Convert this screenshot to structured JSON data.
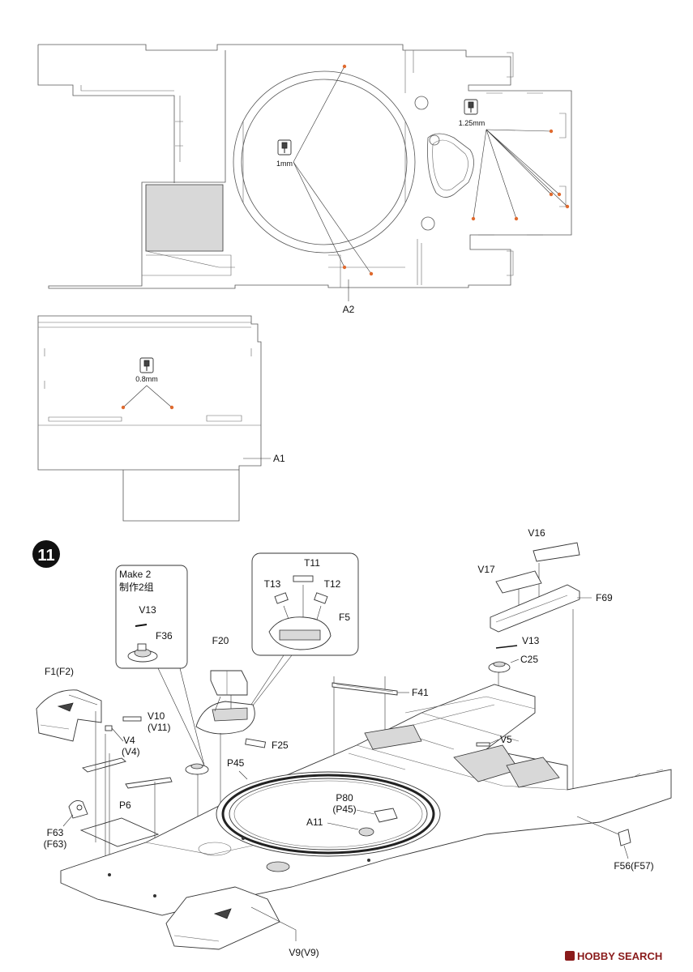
{
  "top_panel": {
    "drill_1mm": "1mm",
    "drill_125mm": "1.25mm",
    "label_a2": "A2"
  },
  "mid_panel": {
    "drill_08mm": "0.8mm",
    "label_a1": "A1"
  },
  "step": {
    "number": "11",
    "callout_left_line1": "Make 2",
    "callout_left_line2": "制作2组",
    "labels": {
      "V13_callout": "V13",
      "F36": "F36",
      "T11": "T11",
      "T13": "T13",
      "T12": "T12",
      "F5": "F5",
      "F20": "F20",
      "F1F2": "F1(F2)",
      "V10": "V10",
      "V11": "(V11)",
      "V4": "V4",
      "V4b": "(V4)",
      "F25": "F25",
      "P45": "P45",
      "P6": "P6",
      "F63": "F63",
      "F63b": "(F63)",
      "P80": "P80",
      "P45b": "(P45)",
      "A11": "A11",
      "F41": "F41",
      "V5": "V5",
      "V16": "V16",
      "V17": "V17",
      "F69": "F69",
      "V13_right": "V13",
      "C25": "C25",
      "F56F57": "F56(F57)",
      "V9V9": "V9(V9)"
    }
  },
  "watermark": {
    "brand": "HOBBY SEARCH"
  }
}
